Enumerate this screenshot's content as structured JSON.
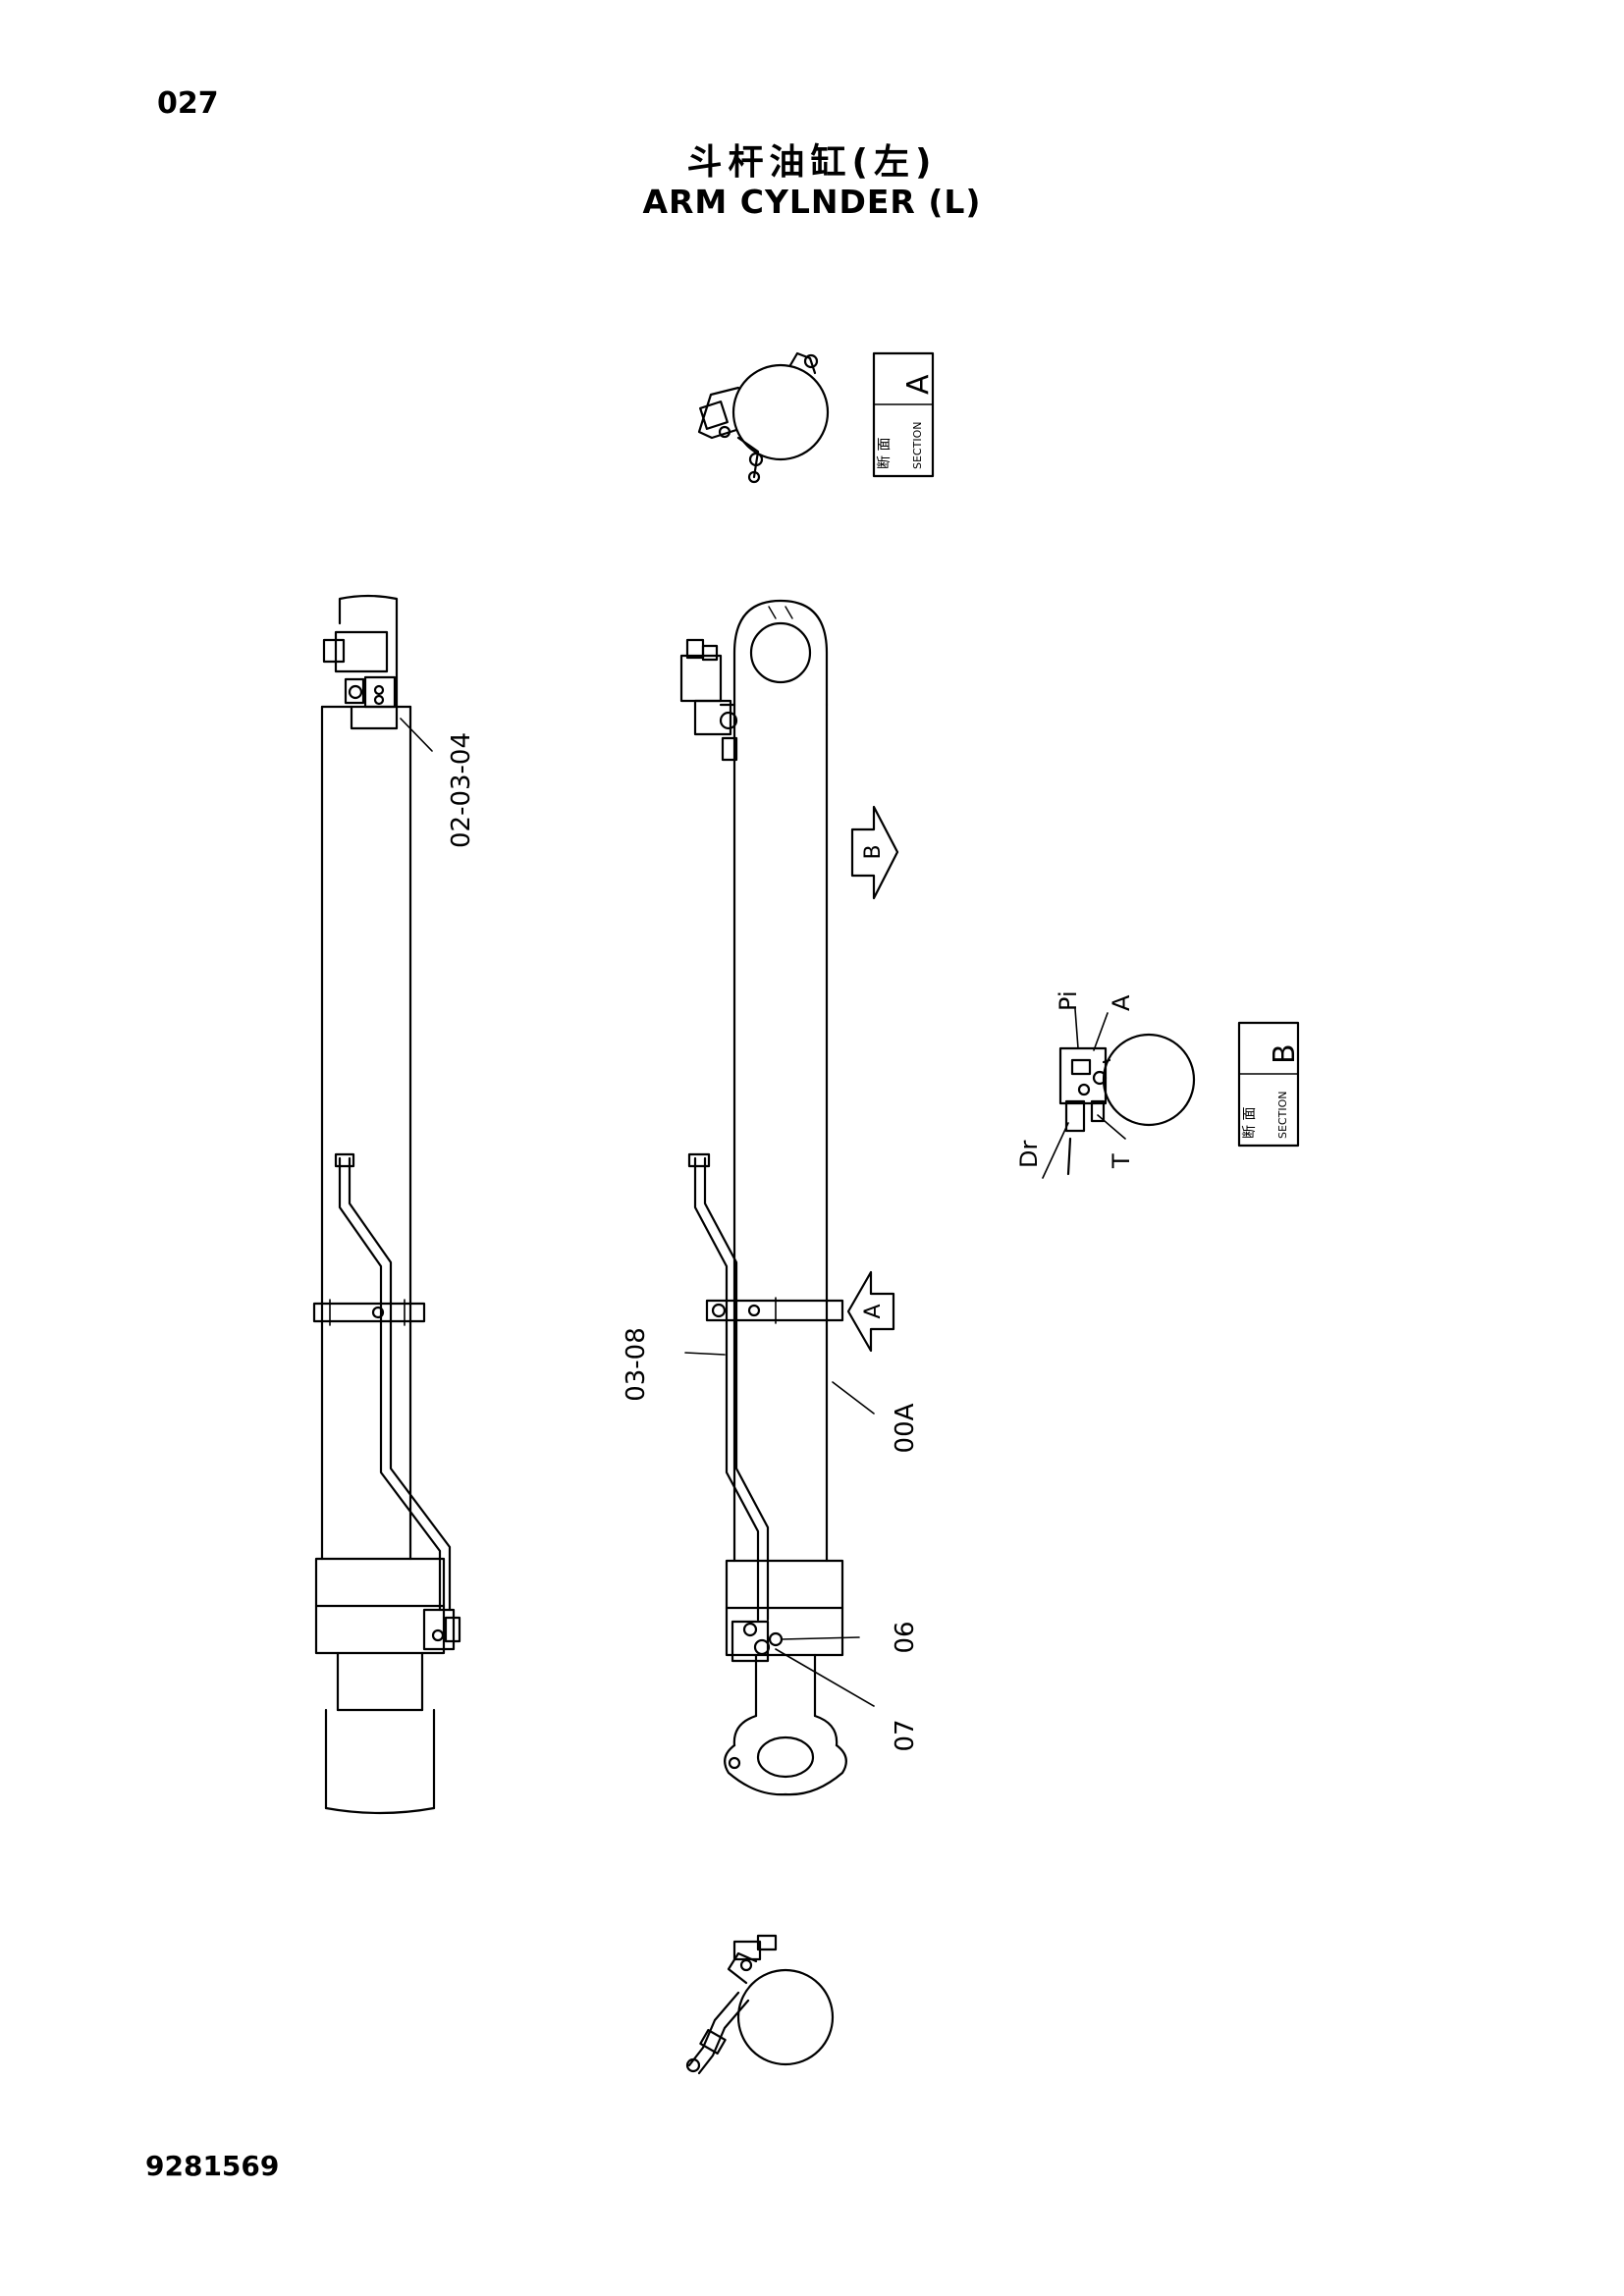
{
  "header": {
    "page_number": "027",
    "title_cn": "斗杆油缸(左)",
    "title_en": "ARM CYLNDER (L)"
  },
  "footer": {
    "document_number": "9281569"
  },
  "sections": {
    "a": {
      "cn": "断 面",
      "label": "SECTION",
      "letter": "A"
    },
    "b": {
      "cn": "断 面",
      "label": "SECTION",
      "letter": "B"
    }
  },
  "callouts": {
    "c020304": "02-03-04",
    "c0308": "03-08",
    "c00a": "00A",
    "c06": "06",
    "c07": "07"
  },
  "ports": {
    "pi": "Pi",
    "a": "A",
    "dr": "Dr",
    "t": "T"
  },
  "view_arrows": {
    "b": "B",
    "a": "A"
  }
}
